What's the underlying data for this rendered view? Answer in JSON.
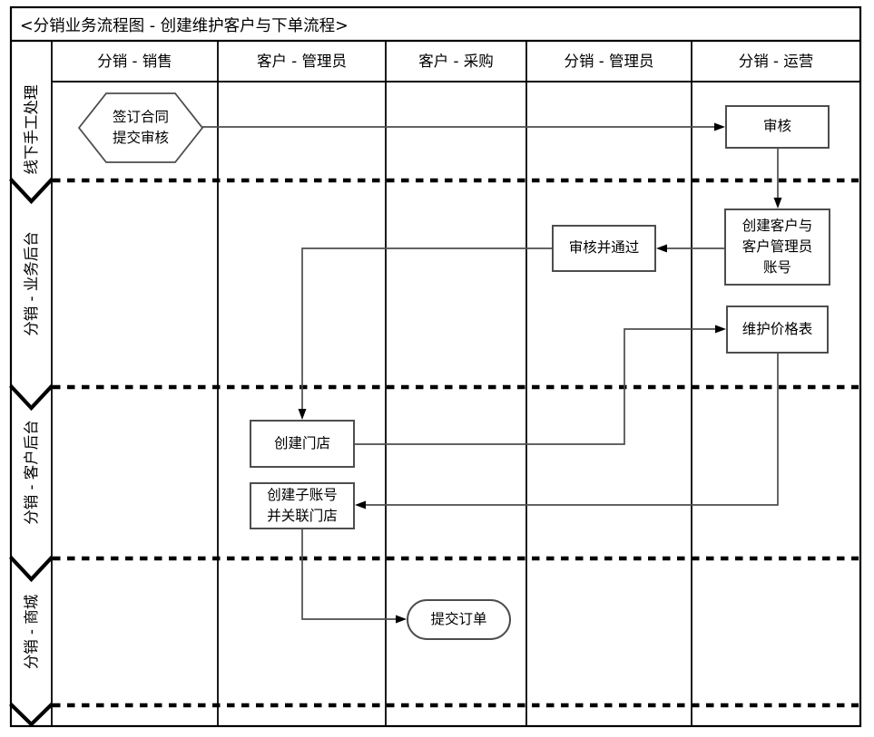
{
  "title": "<分销业务流程图 - 创建维护客户与下单流程>",
  "columns": [
    {
      "label": "分销 - 销售"
    },
    {
      "label": "客户 - 管理员"
    },
    {
      "label": "客户 - 采购"
    },
    {
      "label": "分销 - 管理员"
    },
    {
      "label": "分销 - 运营"
    }
  ],
  "lanes": [
    {
      "label": "线下手工处理"
    },
    {
      "label": "分销 - 业务后台"
    },
    {
      "label": "分销 - 客户后台"
    },
    {
      "label": "分销 - 商城"
    }
  ],
  "nodes": {
    "sign_contract": {
      "label": "签订合同\n提交审核",
      "shape": "hexagon",
      "column": "分销 - 销售",
      "lane": "线下手工处理"
    },
    "audit": {
      "label": "审核",
      "shape": "rect",
      "column": "分销 - 运营",
      "lane": "线下手工处理"
    },
    "create_customer_admin": {
      "label": "创建客户与\n客户管理员\n账号",
      "shape": "rect",
      "column": "分销 - 运营",
      "lane": "分销 - 业务后台"
    },
    "audit_pass": {
      "label": "审核并通过",
      "shape": "rect",
      "column": "分销 - 管理员",
      "lane": "分销 - 业务后台"
    },
    "maintain_price": {
      "label": "维护价格表",
      "shape": "rect",
      "column": "分销 - 运营",
      "lane": "分销 - 业务后台"
    },
    "create_store": {
      "label": "创建门店",
      "shape": "rect",
      "column": "客户 - 管理员",
      "lane": "分销 - 客户后台"
    },
    "create_subaccount": {
      "label": "创建子账号\n并关联门店",
      "shape": "rect",
      "column": "客户 - 管理员",
      "lane": "分销 - 客户后台"
    },
    "submit_order": {
      "label": "提交订单",
      "shape": "stadium",
      "column": "客户 - 采购",
      "lane": "分销 - 商城"
    }
  },
  "edges": [
    {
      "from": "sign_contract",
      "to": "audit"
    },
    {
      "from": "audit",
      "to": "create_customer_admin"
    },
    {
      "from": "create_customer_admin",
      "to": "audit_pass"
    },
    {
      "from": "audit_pass",
      "to": "create_store"
    },
    {
      "from": "create_store",
      "to": "maintain_price"
    },
    {
      "from": "maintain_price",
      "to": "create_subaccount"
    },
    {
      "from": "create_subaccount",
      "to": "submit_order"
    }
  ],
  "colors": {
    "background": "#ffffff",
    "grid_line": "#000000",
    "node_border": "#4d4d4d",
    "connector": "#4d4d4d",
    "text": "#000000"
  }
}
